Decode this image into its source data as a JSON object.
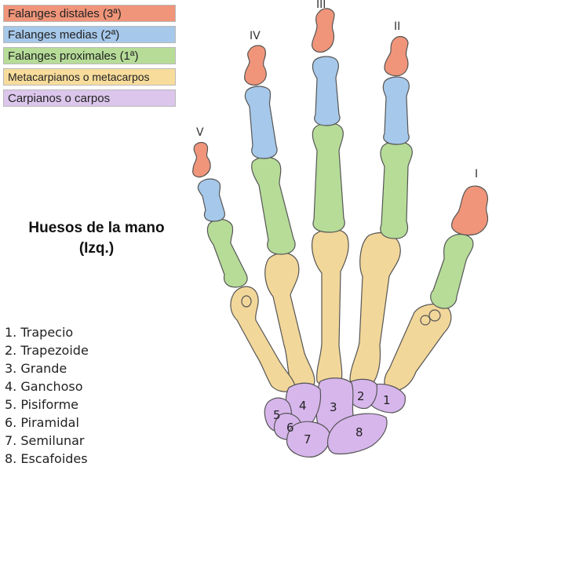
{
  "legend": [
    {
      "label": "Falanges distales (3ª)",
      "color": "#f0957a"
    },
    {
      "label": "Falanges medias (2ª)",
      "color": "#a6c8ea"
    },
    {
      "label": "Falanges proximales (1ª)",
      "color": "#b6dc98"
    },
    {
      "label": "Metacarpianos o metacarpos",
      "color": "#f7dc9c"
    },
    {
      "label": "Carpianos o carpos",
      "color": "#dcc6ec"
    }
  ],
  "title": {
    "line1": "Huesos de la mano",
    "line2": "(Izq.)"
  },
  "carpals": [
    "1. Trapecio",
    "2. Trapezoide",
    "3. Grande",
    "4. Ganchoso",
    "5. Pisiforme",
    "6. Piramidal",
    "7. Semilunar",
    "8. Escafoides"
  ],
  "finger_labels": {
    "I": "I",
    "II": "II",
    "III": "III",
    "IV": "IV",
    "V": "V"
  },
  "carpal_numbers": {
    "n1": "1",
    "n2": "2",
    "n3": "3",
    "n4": "4",
    "n5": "5",
    "n6": "6",
    "n7": "7",
    "n8": "8"
  },
  "colors": {
    "distal": "#f0957a",
    "medial": "#a6c8ea",
    "proximal": "#b6dc98",
    "metacarpal": "#f2d79a",
    "carpal": "#d7b6ec",
    "outline": "#555555"
  }
}
